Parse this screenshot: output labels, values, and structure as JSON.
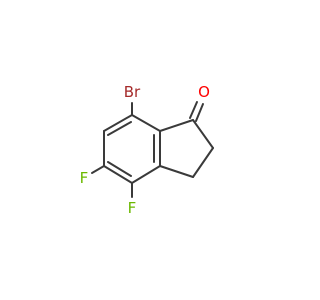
{
  "molecule": {
    "atoms": [
      {
        "id": "br",
        "symbol": "Br",
        "color": "#a52a2a"
      },
      {
        "id": "o",
        "symbol": "O",
        "color": "#ff0000"
      },
      {
        "id": "f1",
        "symbol": "F",
        "color": "#6bb800"
      },
      {
        "id": "f2",
        "symbol": "F",
        "color": "#6bb800"
      }
    ]
  }
}
